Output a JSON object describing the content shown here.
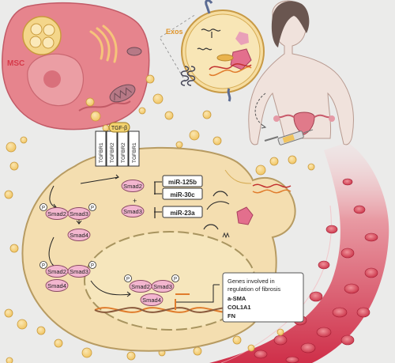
{
  "labels": {
    "msc": "MSC",
    "exos": "Exos",
    "tgfb": "TGF-β",
    "receptors": [
      "TGFBR1",
      "TGFBR2",
      "TGFBR2",
      "TGFBR1"
    ],
    "smad2": "Smad2",
    "smad3": "Smad3",
    "smad4": "Smad4",
    "p": "P",
    "plus": "+",
    "mirs": [
      "miR-125b",
      "miR-30c",
      "miR-23a"
    ]
  },
  "genes_box": {
    "lines": [
      "Genes involved in",
      "regulation of fibrosis"
    ],
    "genes": [
      "a-SMA",
      "COL1A1",
      "FN"
    ]
  },
  "colors": {
    "background": "#ebebea",
    "msc_cell": "#e6848d",
    "msc_label": "#d63a4a",
    "exos_label": "#e0952b",
    "cell": "#f4deb0",
    "nucleus": "#f6e6bc",
    "smad": "#f3b6cf",
    "vessel": "#d2344d",
    "vesicle": "#f6ce70",
    "tgfb": "#f3d36f"
  }
}
